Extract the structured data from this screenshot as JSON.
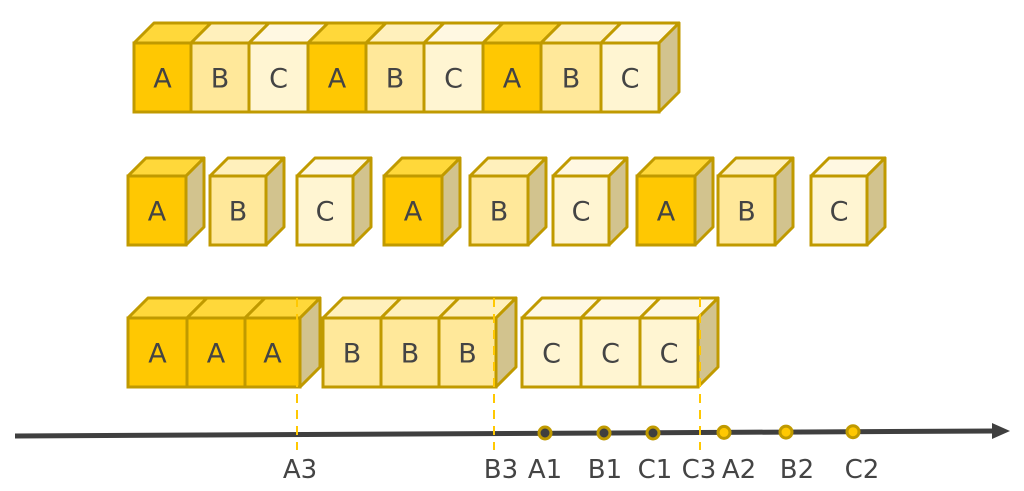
{
  "colors": {
    "A": "#FFC802",
    "B": "#FFE89A",
    "C": "#FFF5D2",
    "A_top": "#FFD83A",
    "B_top": "#FFF0BC",
    "C_top": "#FFF8E2",
    "border": "#C09A00",
    "side": "#D2C38E",
    "axis": "#3f3f3f",
    "dash": "#FFC802"
  },
  "rows": [
    {
      "name": "interleaved-contiguous",
      "cubes": [
        "A",
        "B",
        "C",
        "A",
        "B",
        "C",
        "A",
        "B",
        "C"
      ]
    },
    {
      "name": "interleaved-separated",
      "cubes": [
        "A",
        "B",
        "C",
        "A",
        "B",
        "C",
        "A",
        "B",
        "C"
      ]
    },
    {
      "name": "grouped",
      "cubes": [
        "A",
        "A",
        "A",
        "B",
        "B",
        "B",
        "C",
        "C",
        "C"
      ]
    }
  ],
  "axis": {
    "markers": [
      {
        "label": "A3",
        "kind": "dash"
      },
      {
        "label": "B3",
        "kind": "dash"
      },
      {
        "label": "A1",
        "kind": "dark-dot"
      },
      {
        "label": "B1",
        "kind": "dark-dot"
      },
      {
        "label": "C1",
        "kind": "dark-dot"
      },
      {
        "label": "C3",
        "kind": "dash"
      },
      {
        "label": "A2",
        "kind": "yellow-dot"
      },
      {
        "label": "B2",
        "kind": "yellow-dot"
      },
      {
        "label": "C2",
        "kind": "yellow-dot"
      }
    ]
  }
}
